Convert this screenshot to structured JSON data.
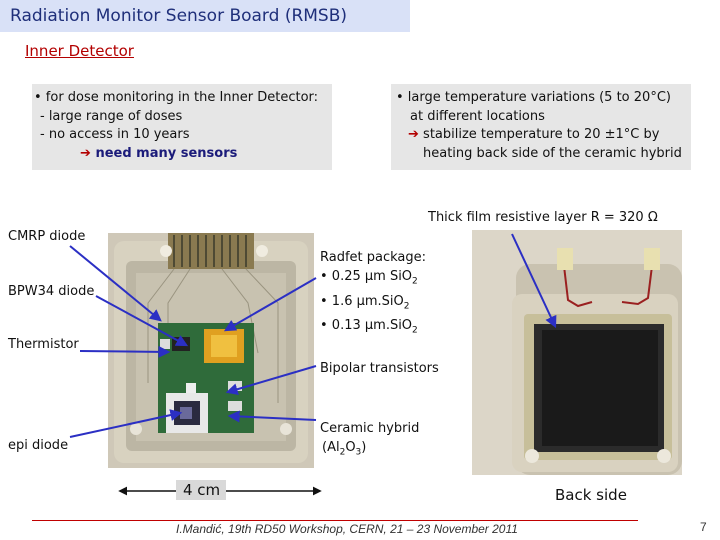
{
  "header": {
    "title": "Radiation Monitor Sensor Board (RMSB)"
  },
  "section": {
    "title": "Inner Detector"
  },
  "notes": {
    "left": {
      "line1": "• for dose monitoring in the Inner Detector:",
      "line2": "- large range of doses",
      "line3": "- no access in 10 years",
      "line4": "need many sensors"
    },
    "right": {
      "line1": "• large temperature variations (5 to 20°C)",
      "line2": "at different locations",
      "line3": "stabilize temperature to 20 ±1°C by",
      "line4": "heating back side of the ceramic hybrid"
    }
  },
  "labels": {
    "cmrp": "CMRP diode",
    "bpw34": "BPW34 diode",
    "thermistor": "Thermistor",
    "epi": "epi diode",
    "thick_film": "Thick film resistive layer R = 320 Ω",
    "radfet_title": "Radfet package:",
    "radfet_1_pre": "• 0.25 µm SiO",
    "radfet_2_pre": "• 1.6 µm.SiO",
    "radfet_3_pre": "• 0.13 µm.SiO",
    "sub2": "2",
    "sub3": "3",
    "bipolar": "Bipolar transistors",
    "ceramic_line1": "Ceramic hybrid",
    "ceramic_line2_pre": "(Al",
    "ceramic_line2_mid": "O",
    "ceramic_line2_post": ")",
    "scale": "4 cm",
    "back_side": "Back side"
  },
  "footer": {
    "citation": "I.Mandić, 19th RD50 Workshop, CERN, 21 – 23 November 2011",
    "page": "7"
  },
  "colors": {
    "title_bg": "#d9e1f7",
    "title_text": "#1f2f7a",
    "section_red": "#b30000",
    "arrow_blue": "#2b2fc4",
    "note_bg": "#e6e6e6"
  }
}
